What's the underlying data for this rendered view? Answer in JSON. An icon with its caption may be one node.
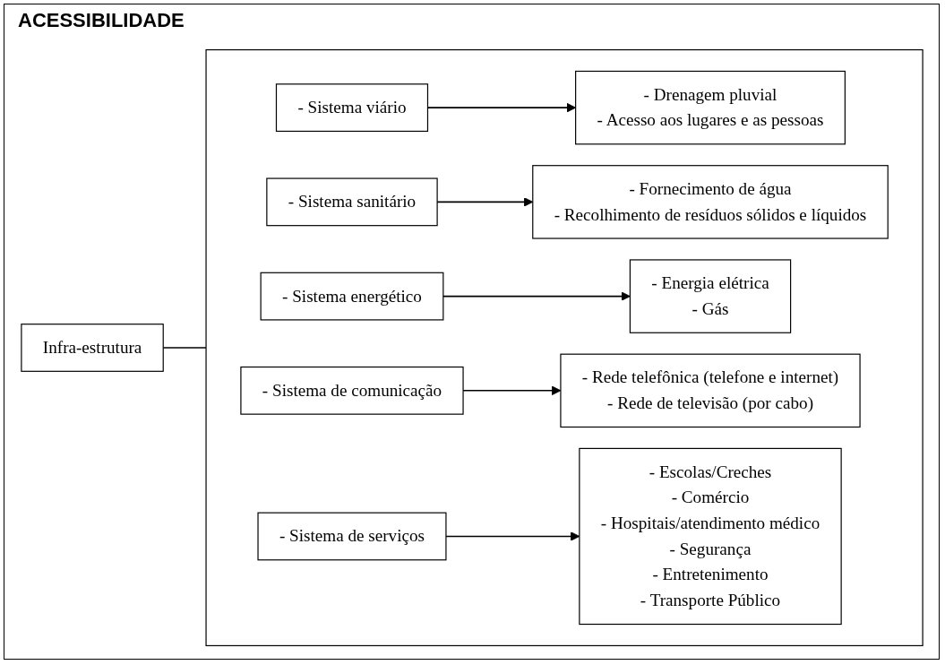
{
  "diagram": {
    "title": "ACESSIBILIDADE",
    "nodes": [
      {
        "text": [
          "Infra-estrutura"
        ]
      },
      {
        "text": [],
        "shape": "box"
      },
      {
        "text": [
          "- Sistema viário"
        ],
        "in": 1
      },
      {
        "text": [
          "- Drenagem pluvial",
          "- Acesso aos lugares e as pessoas"
        ],
        "in": 1
      },
      {
        "text": [
          "- Sistema sanitário"
        ],
        "in": 1
      },
      {
        "text": [
          "- Fornecimento de água",
          "- Recolhimento de resíduos sólidos e líquidos"
        ],
        "in": 1
      },
      {
        "text": [
          "- Sistema energético"
        ],
        "in": 1
      },
      {
        "text": [
          "- Energia elétrica",
          "- Gás"
        ],
        "in": 1
      },
      {
        "text": [
          "- Sistema de comunicação"
        ],
        "in": 1
      },
      {
        "text": [
          "- Rede telefônica (telefone e internet)",
          "- Rede de televisão (por cabo)"
        ],
        "in": 1
      },
      {
        "text": [
          "- Sistema de serviços"
        ],
        "in": 1
      },
      {
        "text": [
          "- Escolas/Creches",
          "- Comércio",
          "- Hospitais/atendimento médico",
          "- Segurança",
          "- Entretenimento",
          "- Transporte Público"
        ],
        "in": 1
      }
    ],
    "edges": [
      {
        "from": 0,
        "to": 1,
        "arrow": "none"
      },
      {
        "from": 2,
        "to": 3,
        "arrow": "to"
      },
      {
        "from": 4,
        "to": 5,
        "arrow": "to"
      },
      {
        "from": 6,
        "to": 7,
        "arrow": "to"
      },
      {
        "from": 8,
        "to": 9,
        "arrow": "to"
      },
      {
        "from": 10,
        "to": 11,
        "arrow": "to"
      }
    ]
  }
}
